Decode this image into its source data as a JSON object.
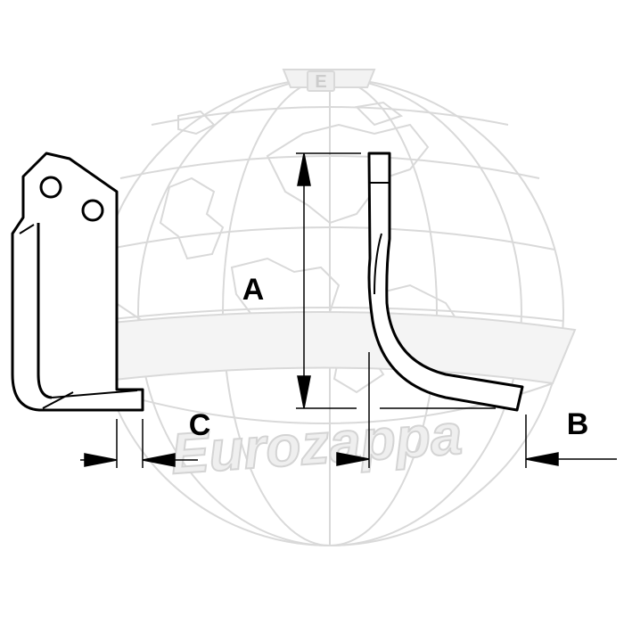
{
  "diagram": {
    "dimension_labels": {
      "a": "A",
      "b": "B",
      "c": "C"
    }
  },
  "watermark": {
    "text": "Eurozappa",
    "logo_text": "E"
  },
  "colors": {
    "line": "#000000",
    "watermark": "#d9d9d9",
    "background": "#ffffff"
  }
}
